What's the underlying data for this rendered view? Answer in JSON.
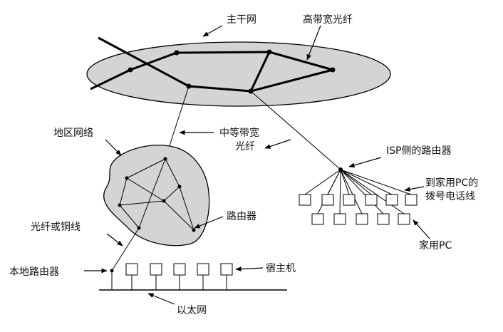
{
  "labels": {
    "backbone": "主干网",
    "high_bandwidth_fiber": "高带宽光纤",
    "regional_network": "地区网络",
    "medium_bandwidth_fiber_line1": "中等带宽",
    "medium_bandwidth_fiber_line2": "光纤",
    "isp_router": "ISP侧的路由器",
    "dialup_line_line1": "到家用PC的",
    "dialup_line_line2": "拨号电话线",
    "router": "路由器",
    "fiber_or_copper": "光纤或铜线",
    "home_pc": "家用PC",
    "local_router": "本地路由器",
    "host": "宿主机",
    "ethernet": "以太网"
  },
  "colors": {
    "backbone_fill": "#d4d4d4",
    "region_fill": "#d4d4d4",
    "line": "#000000"
  }
}
